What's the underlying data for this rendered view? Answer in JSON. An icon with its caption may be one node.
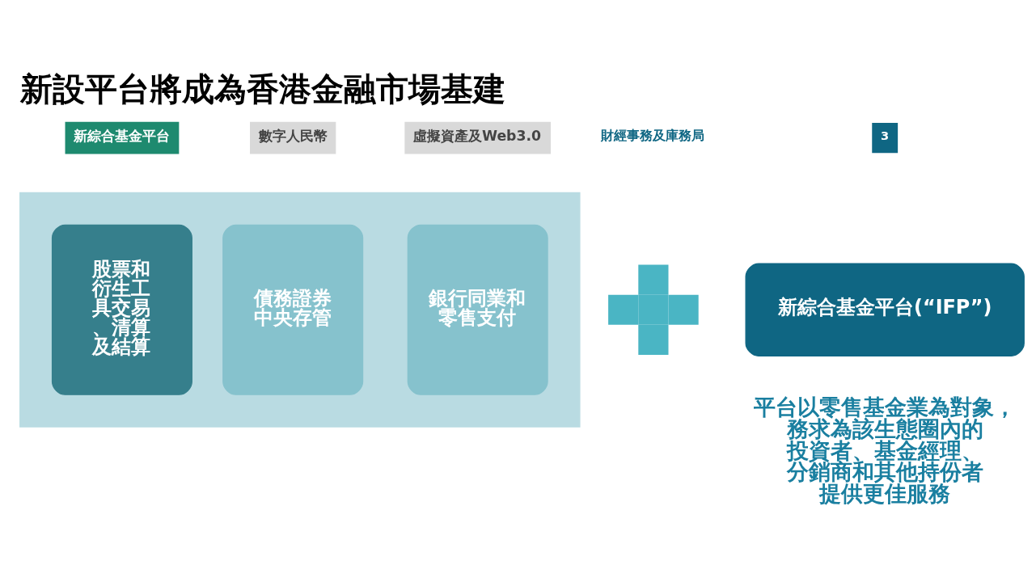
{
  "diagram": {
    "title": "新設平台將成為香港金融市場基建",
    "nodes": [
      {
        "text": [],
        "shape": "arrow"
      },
      {
        "text": [
          "股票和衍生工具交易、清算及結算"
        ],
        "in": 0
      },
      {
        "text": [
          "債務證券中央存管"
        ],
        "in": 0
      },
      {
        "text": [
          "銀行同業和零售支付"
        ],
        "in": 0
      },
      {
        "text": [
          "新綜合基金平台(“IFP”)"
        ]
      },
      {
        "text": [],
        "shape": "plus"
      }
    ],
    "labels": [
      "平台以零售基金業為對象，務求為該生態圈內的投資者、基金經理、分銷商和其他持份者提供更佳服務",
      "新綜合基金平台",
      "數字人民幣",
      "虛擬資產及Web3.0",
      "財經事務及庫務局",
      "3"
    ]
  }
}
